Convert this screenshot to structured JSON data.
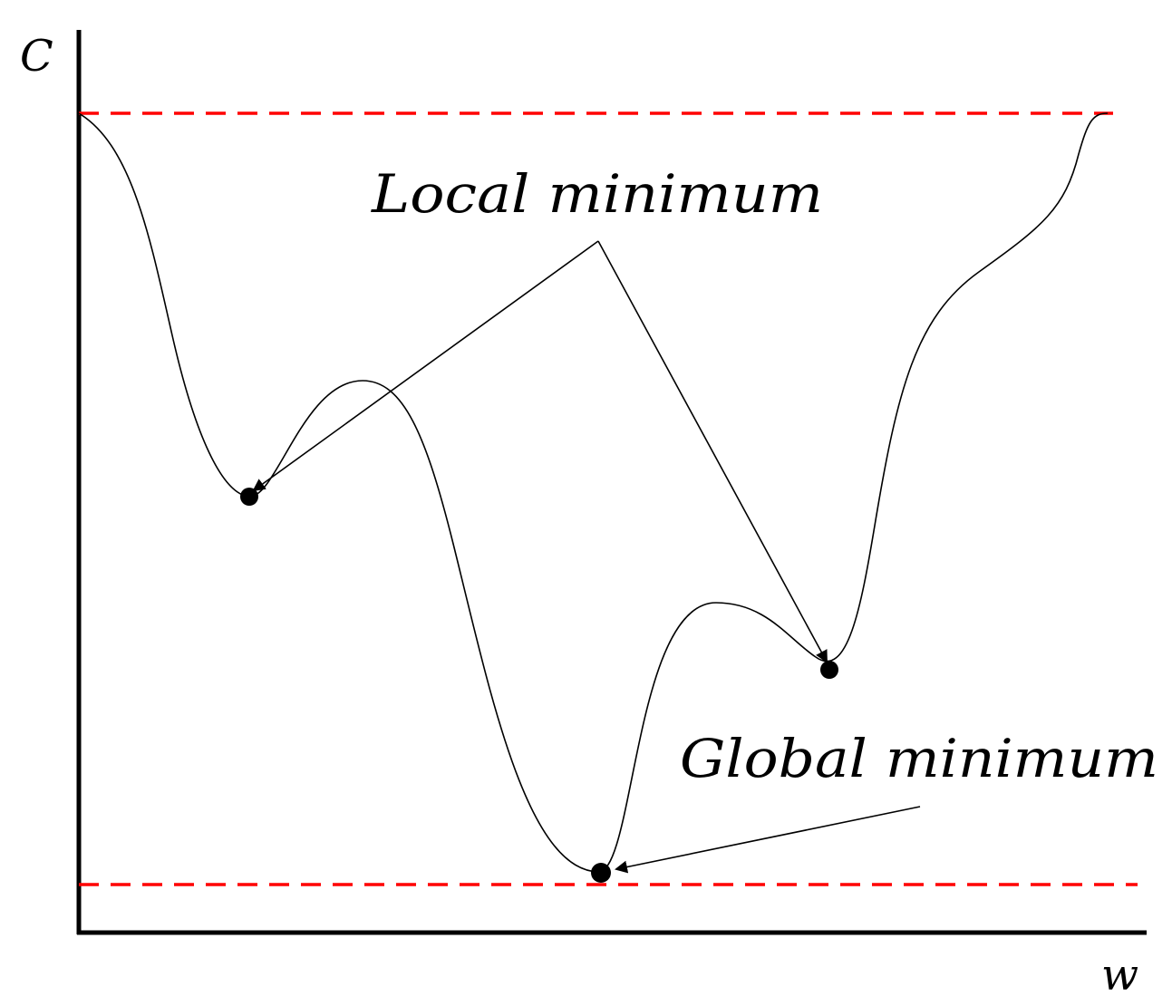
{
  "axes": {
    "y_label": "C",
    "x_label": "w"
  },
  "annotations": {
    "local_minimum": "Local minimum",
    "global_minimum": "Global minimum"
  },
  "colors": {
    "bound_lines": "#ff0000",
    "curve": "#000000",
    "axes": "#000000",
    "points": "#000000"
  }
}
